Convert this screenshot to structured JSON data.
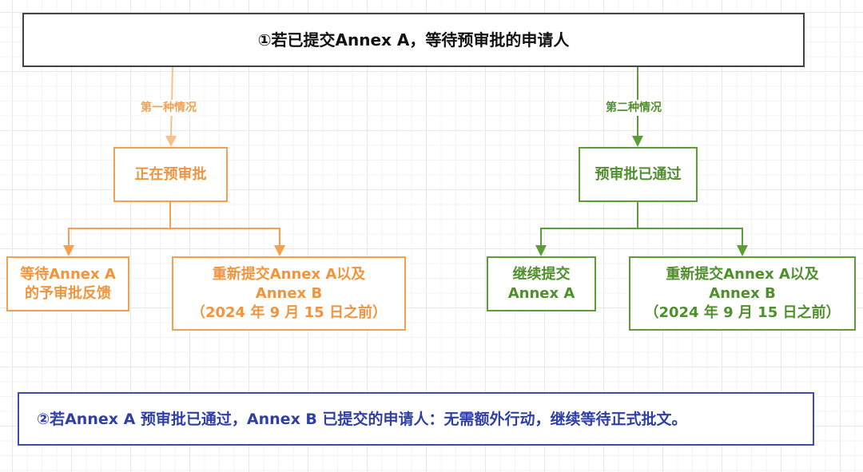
{
  "colors": {
    "orange": "#F5A04E",
    "green": "#5C9E35",
    "blue": "#3B4DB5",
    "dark": "#3f4348"
  },
  "top_box": "①若已提交Annex A，等待预审批的申请人",
  "case1": {
    "label": "第一种情况",
    "node": "正在预审批",
    "children": [
      [
        "等待Annex A",
        "的予审批反馈"
      ],
      [
        "重新提交Annex A以及",
        "Annex B",
        "（2024 年 9 月 15 日之前）"
      ]
    ]
  },
  "case2": {
    "label": "第二种情况",
    "node": "预审批已通过",
    "children": [
      [
        "继续提交",
        "Annex A"
      ],
      [
        "重新提交Annex A以及",
        "Annex B",
        "（2024 年 9 月 15 日之前）"
      ]
    ]
  },
  "bottom_box": "②若Annex A 预审批已通过，Annex B 已提交的申请人：无需额外行动，继续等待正式批文。"
}
